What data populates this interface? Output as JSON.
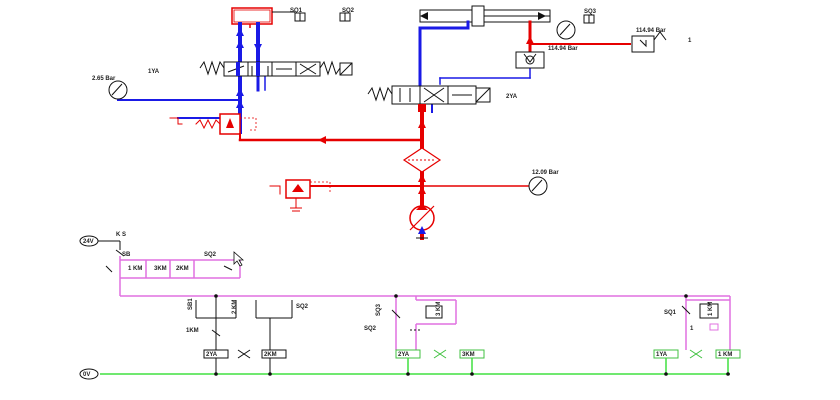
{
  "hydraulic": {
    "cyl_left": {
      "sq1": "SQ1",
      "sq2": "SQ2"
    },
    "cyl_right": {
      "sq3": "SQ3"
    },
    "valve_left": {
      "coil": "1YA"
    },
    "valve_right": {
      "coil": "2YA"
    },
    "gauges": {
      "left": "2.65 Bar",
      "right_top": "114.94 Bar",
      "right_mid": "114.94 Bar",
      "pump": "12.09 Bar"
    },
    "pressure_switch": {
      "value": "114.94 Bar",
      "contact": "1"
    }
  },
  "electrical": {
    "supply_top": "24V",
    "supply_bottom": "0V",
    "ks_label": "K S",
    "sb_label": "SB",
    "contacts_row": [
      "1 KM",
      "3KM",
      "2KM"
    ],
    "row_sq2": "SQ2",
    "branch1": {
      "sb1": "SB1",
      "km2": "2 KM",
      "sq2": "SQ2",
      "km1": "1KM",
      "coil_a": "2YA",
      "coil_b": "2KM"
    },
    "branch2": {
      "sq3": "SQ3",
      "km": "3 KM",
      "sq2": "SQ2",
      "coil_a": "2YA",
      "coil_b": "3KM"
    },
    "branch3": {
      "sq1": "SQ1",
      "km": "1 KM",
      "one": "1",
      "coil_a": "1YA",
      "coil_b": "1 KM"
    }
  }
}
